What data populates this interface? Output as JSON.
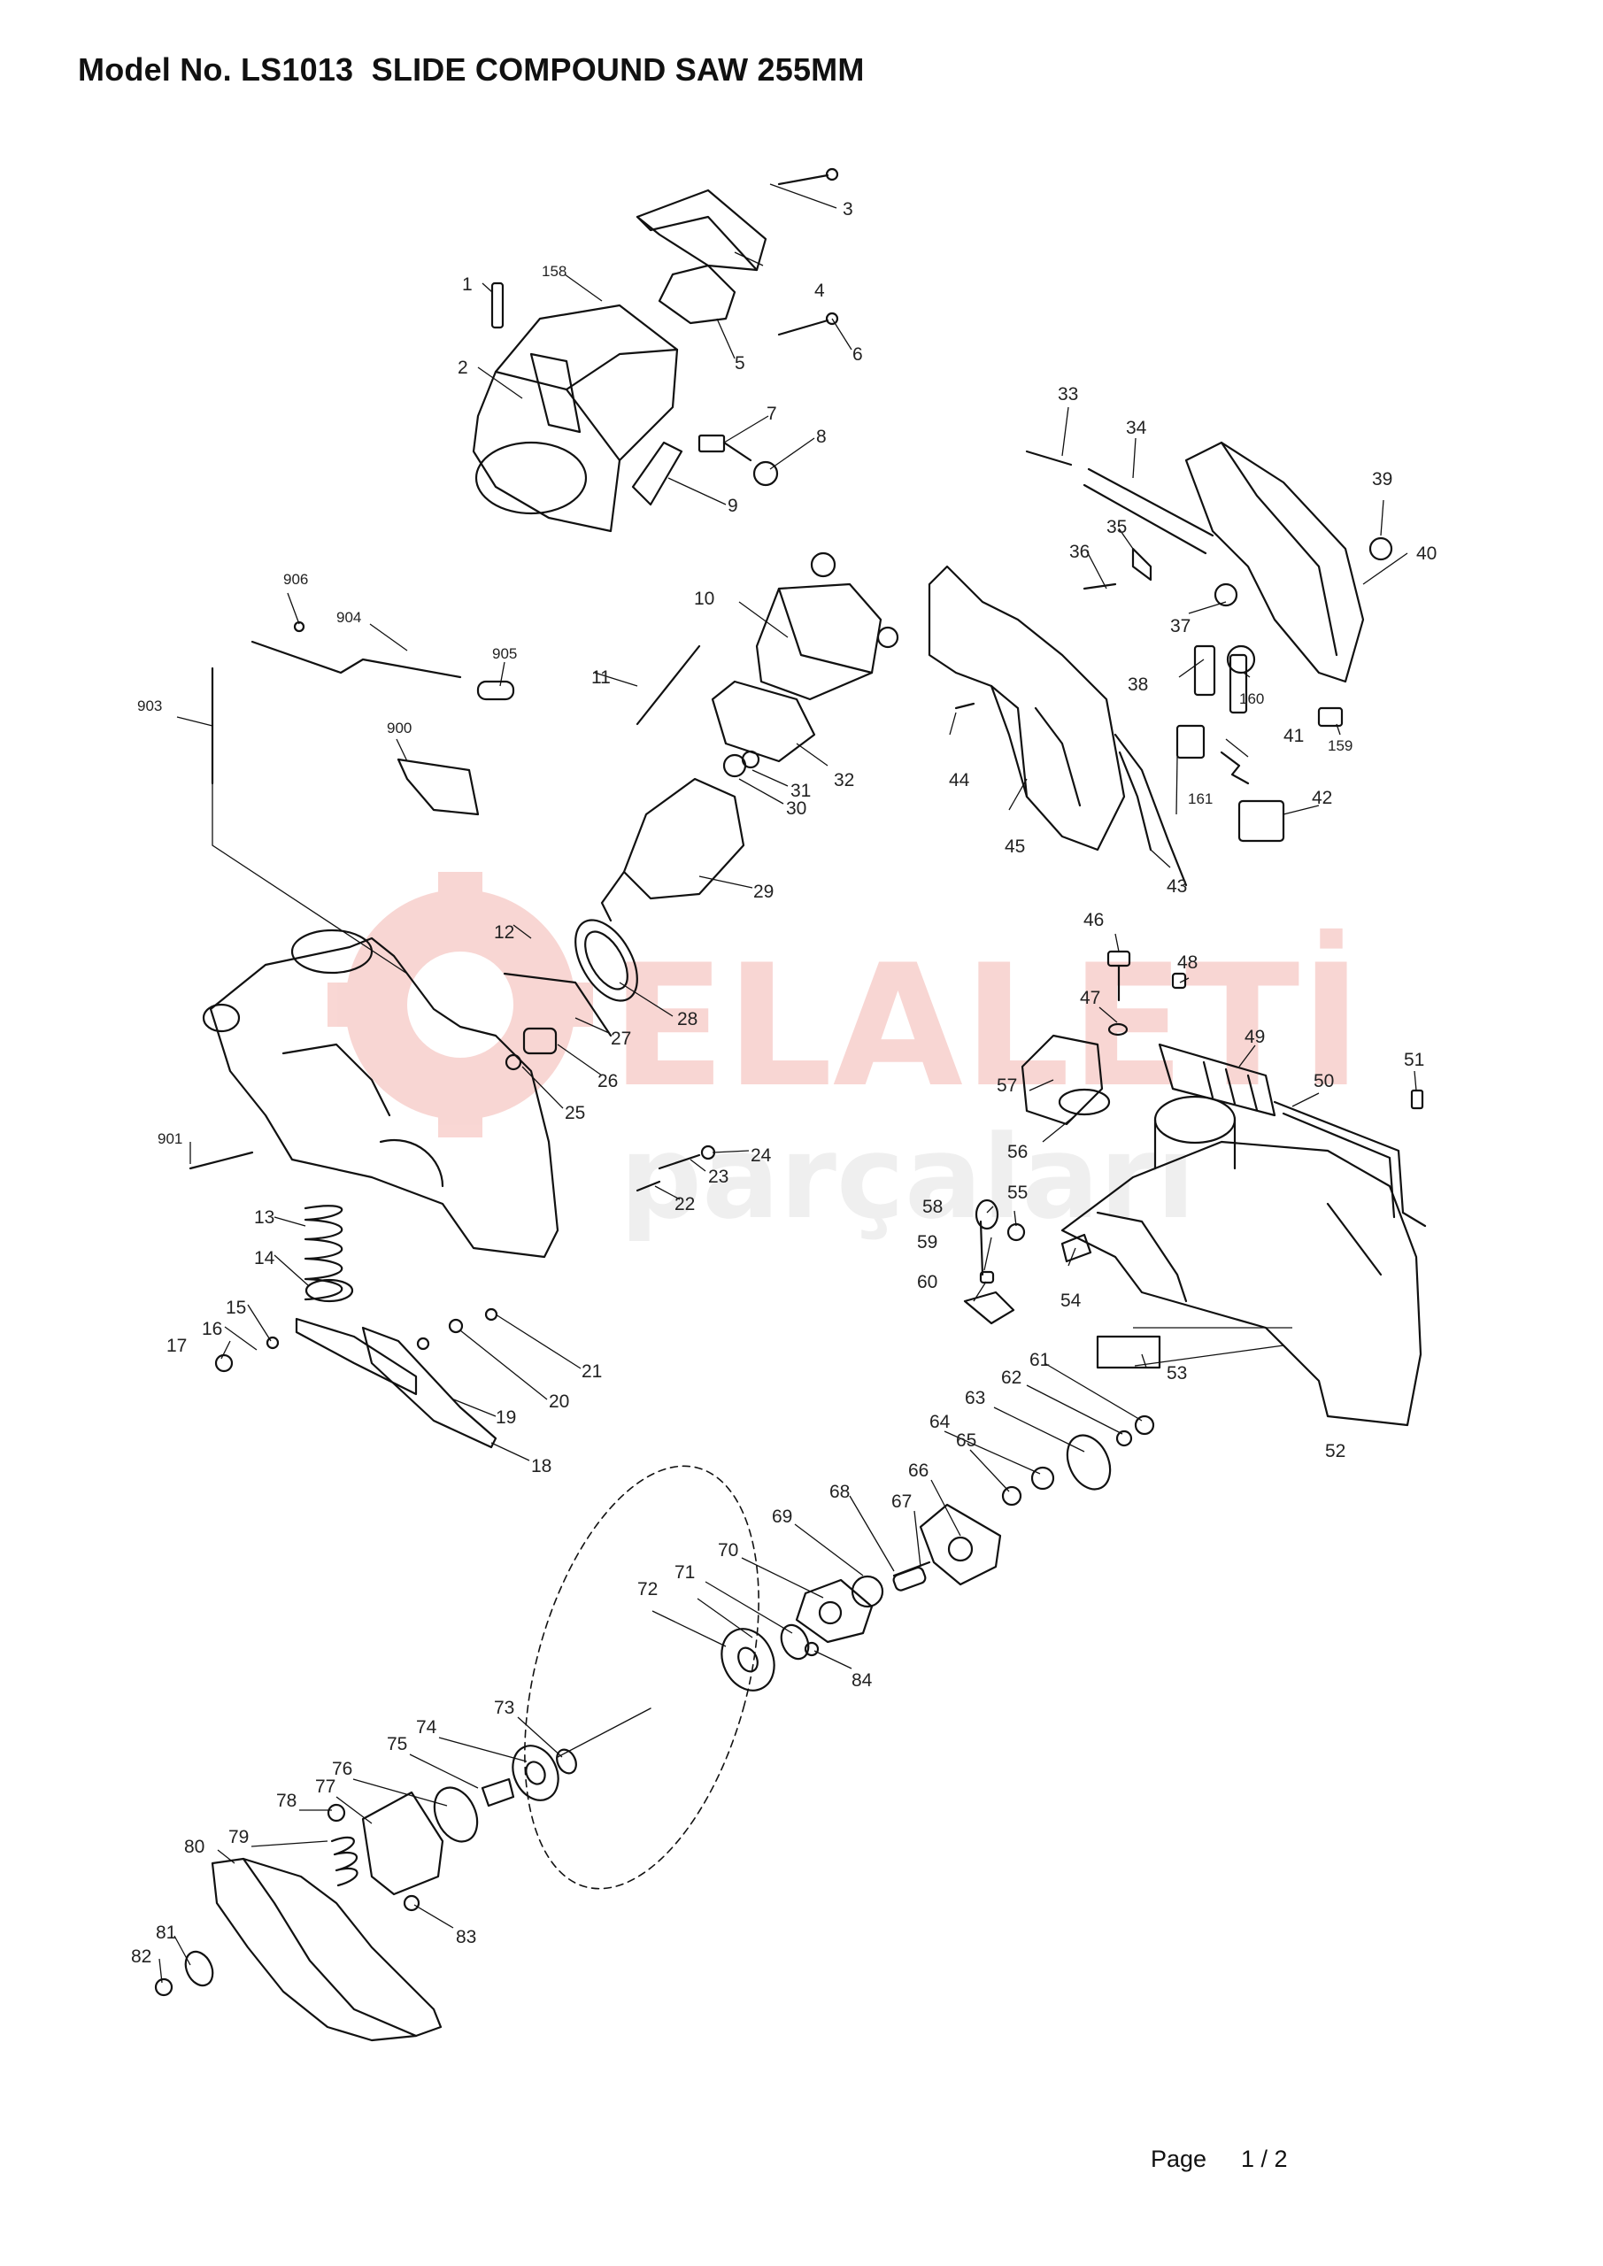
{
  "page": {
    "title": "Model No. LS1013  SLIDE COMPOUND SAW 255MM",
    "footer_label": "Page",
    "footer_page": "1 / 2"
  },
  "watermark": {
    "line1": "ELALETİ",
    "line2": "parçaları",
    "color": "#e24a3b"
  },
  "callouts": {
    "n1": "1",
    "n2": "2",
    "n3": "3",
    "n4": "4",
    "n5": "5",
    "n6": "6",
    "n7": "7",
    "n8": "8",
    "n9": "9",
    "n10": "10",
    "n11": "11",
    "n12": "12",
    "n13": "13",
    "n14": "14",
    "n15": "15",
    "n16": "16",
    "n17": "17",
    "n18": "18",
    "n19": "19",
    "n20": "20",
    "n21": "21",
    "n22": "22",
    "n23": "23",
    "n24": "24",
    "n25": "25",
    "n26": "26",
    "n27": "27",
    "n28": "28",
    "n29": "29",
    "n30": "30",
    "n31": "31",
    "n32": "32",
    "n33": "33",
    "n34": "34",
    "n35": "35",
    "n36": "36",
    "n37": "37",
    "n38": "38",
    "n39": "39",
    "n40": "40",
    "n41": "41",
    "n42": "42",
    "n43": "43",
    "n44": "44",
    "n45": "45",
    "n46": "46",
    "n47": "47",
    "n48": "48",
    "n49": "49",
    "n50": "50",
    "n51": "51",
    "n52": "52",
    "n53": "53",
    "n54": "54",
    "n55": "55",
    "n56": "56",
    "n57": "57",
    "n58": "58",
    "n59": "59",
    "n60": "60",
    "n61": "61",
    "n62": "62",
    "n63": "63",
    "n64": "64",
    "n65": "65",
    "n66": "66",
    "n67": "67",
    "n68": "68",
    "n69": "69",
    "n70": "70",
    "n71": "71",
    "n72": "72",
    "n73": "73",
    "n74": "74",
    "n75": "75",
    "n76": "76",
    "n77": "77",
    "n78": "78",
    "n79": "79",
    "n80": "80",
    "n81": "81",
    "n82": "82",
    "n83": "83",
    "n84": "84",
    "n158": "158",
    "n159": "159",
    "n160": "160",
    "n161": "161",
    "n900": "900",
    "n901": "901",
    "n903": "903",
    "n904": "904",
    "n905": "905",
    "n906": "906"
  }
}
